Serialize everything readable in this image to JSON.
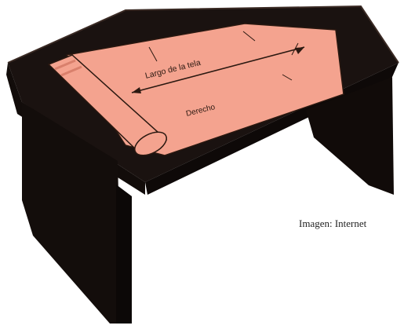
{
  "illustration": {
    "fabric_length_label": "Largo de la tela",
    "fabric_side_label": "Derecho",
    "colors": {
      "table_wood": "#1a1210",
      "table_edge": "#3a2a24",
      "fabric": "#f4a38f",
      "fabric_shadow": "#d9806c",
      "ink": "#2a1810"
    }
  },
  "credit": "Imagen: Internet"
}
